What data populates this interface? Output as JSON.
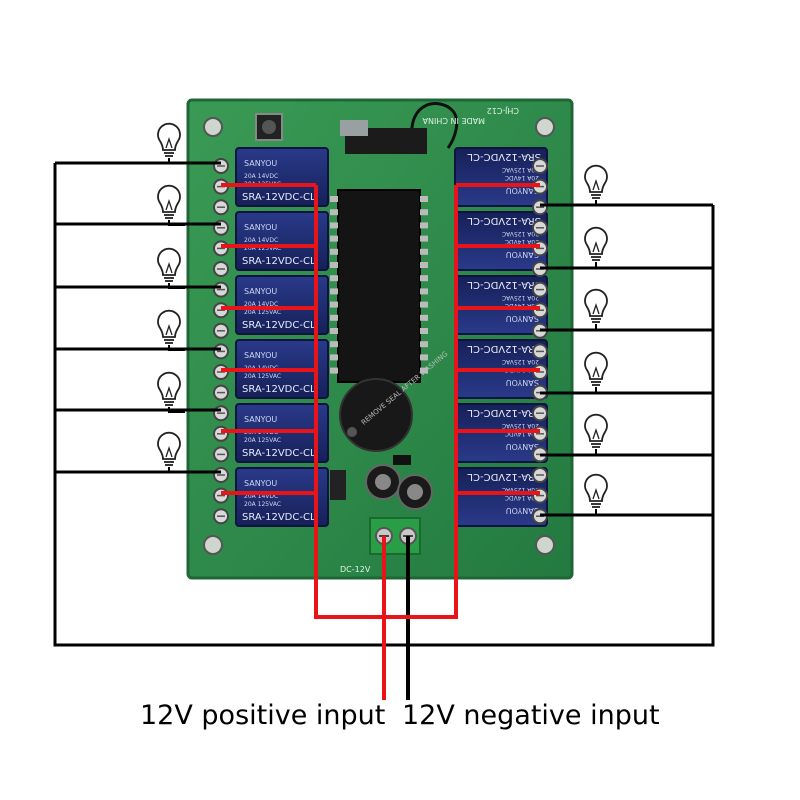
{
  "captions": {
    "positive": "12V positive input",
    "negative": "12V negative input"
  },
  "board": {
    "model_text": "CHJ-C12",
    "made_in_text": "MADE IN CHINA",
    "power_label": "DC-12V",
    "buzzer_text": "REMOVE SEAL AFTER WASHING",
    "relay_model": "SRA-12VDC-CL",
    "relay_brand": "SANYOU",
    "relay_rating_1": "20A 14VDC",
    "relay_rating_2": "20A 125VAC",
    "relay_count": 12,
    "lamp_count": 12
  },
  "colors": {
    "background": "#ffffff",
    "pcb": "#2f8a4a",
    "pcb_edge": "#1f6636",
    "relay_body": "#1e2a6e",
    "chip": "#141414",
    "positive_wire": "#e8141a",
    "negative_wire": "#000000",
    "terminal": "#2a9e46"
  },
  "icons": {
    "lamp": "light-bulb-icon",
    "relay": "relay-icon",
    "chip": "microcontroller-icon",
    "buzzer": "buzzer-icon",
    "capacitor": "capacitor-icon",
    "power_terminal": "power-terminal-icon"
  }
}
